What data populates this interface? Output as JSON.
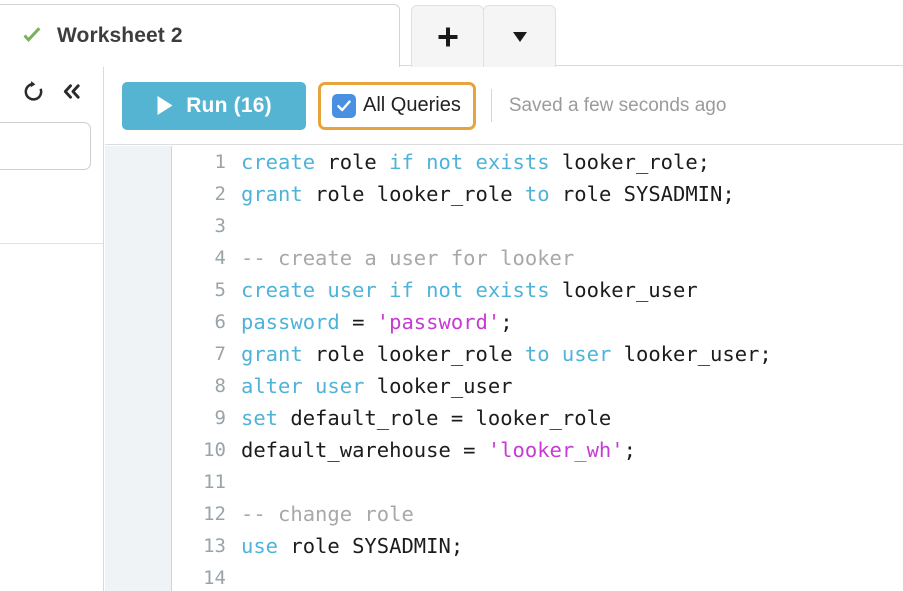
{
  "tabbar": {
    "status_icon": "check-icon",
    "title": "Worksheet 2",
    "new_tab_label": "+",
    "dropdown_label": "▼"
  },
  "sidebar": {
    "refresh_icon": "refresh-icon",
    "collapse_icon": "double-chevron-left-icon",
    "search_value": "",
    "search_placeholder": ""
  },
  "toolbar": {
    "play_icon": "play-icon",
    "run_label": "Run (16)",
    "run_color": "#56b4d3",
    "all_queries_label": "All Queries",
    "all_queries_checked": true,
    "checkbox_color": "#4a90e2",
    "focus_ring_color": "#e8a33d",
    "saved_status": "Saved a few seconds ago"
  },
  "editor": {
    "gutter_bg": "#eff3f6",
    "keyword_color": "#4fb3d8",
    "string_color": "#c63bd3",
    "comment_color": "#a8a8a8",
    "text_color": "#1c1c1c",
    "lines": [
      {
        "n": "1",
        "tokens": [
          {
            "t": "create",
            "c": "kw"
          },
          {
            "t": " role ",
            "c": "pln"
          },
          {
            "t": "if not exists",
            "c": "kw"
          },
          {
            "t": " looker_role;",
            "c": "pln"
          }
        ]
      },
      {
        "n": "2",
        "tokens": [
          {
            "t": "grant",
            "c": "kw"
          },
          {
            "t": " role looker_role ",
            "c": "pln"
          },
          {
            "t": "to",
            "c": "kw"
          },
          {
            "t": " role SYSADMIN;",
            "c": "pln"
          }
        ]
      },
      {
        "n": "3",
        "tokens": []
      },
      {
        "n": "4",
        "tokens": [
          {
            "t": "-- create a user for looker",
            "c": "cmt"
          }
        ]
      },
      {
        "n": "5",
        "tokens": [
          {
            "t": "create user if not exists",
            "c": "kw"
          },
          {
            "t": " looker_user",
            "c": "pln"
          }
        ]
      },
      {
        "n": "6",
        "tokens": [
          {
            "t": "password",
            "c": "kw"
          },
          {
            "t": " = ",
            "c": "pln"
          },
          {
            "t": "'password'",
            "c": "str"
          },
          {
            "t": ";",
            "c": "pln"
          }
        ]
      },
      {
        "n": "7",
        "tokens": [
          {
            "t": "grant",
            "c": "kw"
          },
          {
            "t": " role looker_role ",
            "c": "pln"
          },
          {
            "t": "to user",
            "c": "kw"
          },
          {
            "t": " looker_user;",
            "c": "pln"
          }
        ]
      },
      {
        "n": "8",
        "tokens": [
          {
            "t": "alter user",
            "c": "kw"
          },
          {
            "t": " looker_user",
            "c": "pln"
          }
        ]
      },
      {
        "n": "9",
        "tokens": [
          {
            "t": "set",
            "c": "kw"
          },
          {
            "t": " default_role = looker_role",
            "c": "pln"
          }
        ]
      },
      {
        "n": "10",
        "tokens": [
          {
            "t": "default_warehouse = ",
            "c": "pln"
          },
          {
            "t": "'looker_wh'",
            "c": "str"
          },
          {
            "t": ";",
            "c": "pln"
          }
        ]
      },
      {
        "n": "11",
        "tokens": []
      },
      {
        "n": "12",
        "tokens": [
          {
            "t": "-- change role",
            "c": "cmt"
          }
        ]
      },
      {
        "n": "13",
        "tokens": [
          {
            "t": "use",
            "c": "kw"
          },
          {
            "t": " role SYSADMIN;",
            "c": "pln"
          }
        ]
      },
      {
        "n": "14",
        "tokens": []
      }
    ]
  }
}
